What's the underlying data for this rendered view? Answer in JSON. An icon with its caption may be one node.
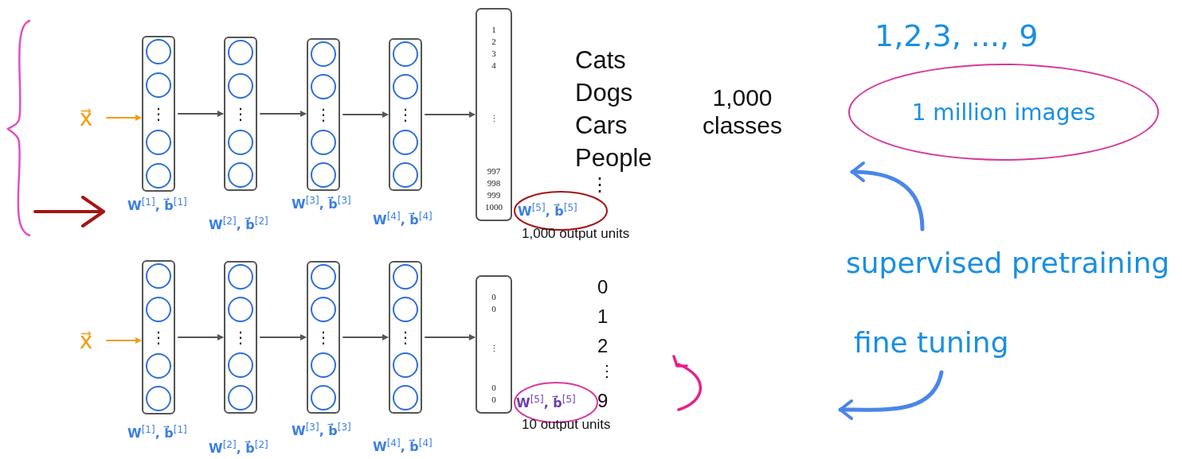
{
  "diagram": {
    "nodes": [
      {
        "text": [
          "x⃗"
        ]
      },
      {
        "text": [
          "⋮"
        ],
        "beside": [
          "W$^{[1]}$, b⃗$^{[1]}$"
        ]
      },
      {
        "text": [
          "⋮"
        ],
        "beside": [
          "W$^{[2]}$, b⃗$^{[2]}$"
        ]
      },
      {
        "text": [
          "⋮"
        ],
        "beside": [
          "W$^{[3]}$, b⃗$^{[3]}$"
        ]
      },
      {
        "text": [
          "⋮"
        ],
        "beside": [
          "W$^{[4]}$, b⃗$^{[4]}$"
        ]
      },
      {
        "text": [
          "1",
          "2",
          "3",
          "4",
          "⋮",
          "997",
          "998",
          "999",
          "1000"
        ],
        "beside": [
          "W$^{[5]}$, b⃗$^{[5]}$",
          "1,000 output units"
        ]
      },
      {
        "text": [
          "x⃗"
        ]
      },
      {
        "text": [
          "⋮"
        ],
        "beside": [
          "W$^{[1]}$, b⃗$^{[1]}$"
        ]
      },
      {
        "text": [
          "⋮"
        ],
        "beside": [
          "W$^{[2]}$, b⃗$^{[2]}$"
        ]
      },
      {
        "text": [
          "⋮"
        ],
        "beside": [
          "W$^{[3]}$, b⃗$^{[3]}$"
        ]
      },
      {
        "text": [
          "⋮"
        ],
        "beside": [
          "W$^{[4]}$, b⃗$^{[4]}$"
        ]
      },
      {
        "text": [
          "0",
          "0",
          "⋮",
          "0",
          "0"
        ],
        "beside": [
          "W$^{[5]}$, b⃗$^{[5]}$",
          "10 output units"
        ]
      },
      {
        "text": [
          "1 million images"
        ]
      },
      {
        "text": [
          "supervised pretraining"
        ]
      },
      {
        "text": [
          "fine tuning"
        ]
      }
    ],
    "edges": [
      {
        "from": 0,
        "to": 1,
        "arrow": "to",
        "color": "#f39c12"
      },
      {
        "from": 1,
        "to": 2,
        "arrow": "to"
      },
      {
        "from": 2,
        "to": 3,
        "arrow": "to"
      },
      {
        "from": 3,
        "to": 4,
        "arrow": "to"
      },
      {
        "from": 4,
        "to": 5,
        "arrow": "to"
      },
      {
        "from": 6,
        "to": 7,
        "arrow": "to",
        "color": "#f39c12"
      },
      {
        "from": 7,
        "to": 8,
        "arrow": "to"
      },
      {
        "from": 8,
        "to": 9,
        "arrow": "to"
      },
      {
        "from": 9,
        "to": 10,
        "arrow": "to"
      },
      {
        "from": 10,
        "to": 11,
        "arrow": "to"
      },
      {
        "from": 13,
        "to": 12,
        "arrow": "to",
        "style": "thick",
        "color": "#4a86e8"
      },
      {
        "from": 14,
        "to": null,
        "arrow": "to",
        "style": "thick",
        "color": "#4a86e8"
      }
    ],
    "labels": [
      "Cats",
      "Dogs",
      "Cars",
      "People",
      "⋮",
      "1,000 classes",
      "0",
      "1",
      "2",
      "⋮",
      "9",
      "1,2,3, ..., 9"
    ]
  }
}
